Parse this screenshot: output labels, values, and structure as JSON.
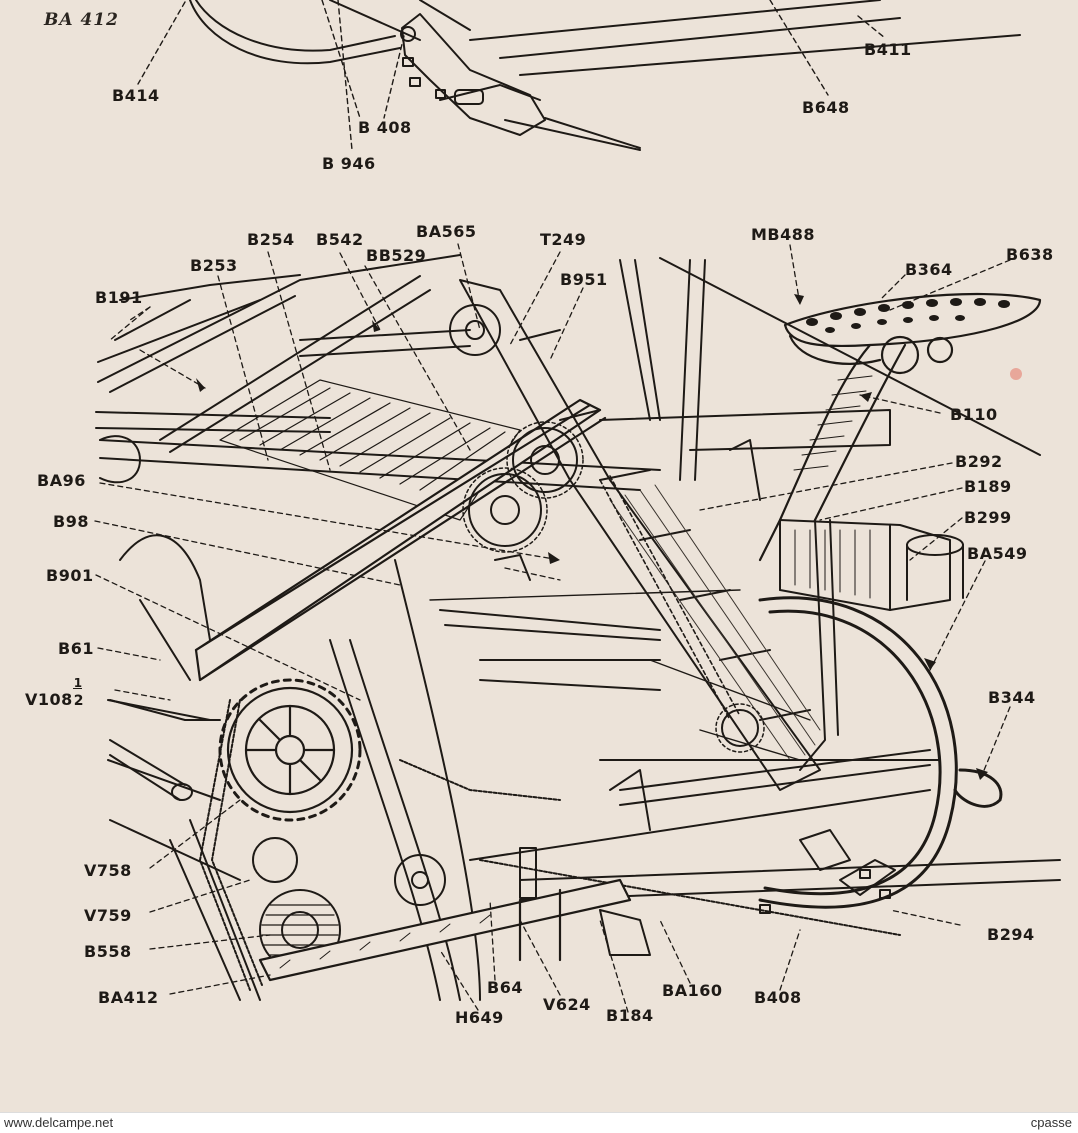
{
  "image": {
    "corner_label": "BA 412",
    "colors": {
      "paper": "#ece3d9",
      "ink": "#1e1a16",
      "stain": "#e8a79a"
    }
  },
  "labels": {
    "b414": "B414",
    "b408_top": "B 408",
    "b946": "B 946",
    "b648": "B648",
    "b411": "B411",
    "b254": "B254",
    "b542": "B542",
    "ba565": "BA565",
    "t249": "T249",
    "mb488": "MB488",
    "b253": "B253",
    "bb529": "BB529",
    "b951": "B951",
    "b364": "B364",
    "b638": "B638",
    "b191": "B191",
    "b110": "B110",
    "ba96": "BA96",
    "b292": "B292",
    "b189": "B189",
    "b98": "B98",
    "b299": "B299",
    "ba549": "BA549",
    "b901": "B901",
    "b61": "B61",
    "v108": "V108",
    "v108_frac_top": "1",
    "v108_frac_bottom": "2",
    "b344": "B344",
    "v758": "V758",
    "v759": "V759",
    "b558": "B558",
    "b294": "B294",
    "ba412": "BA412",
    "b64": "B64",
    "v624": "V624",
    "b184": "B184",
    "ba160": "BA160",
    "b408": "B408",
    "h649": "H649"
  },
  "footer": {
    "left": "www.delcampe.net",
    "right": "cpasse"
  }
}
